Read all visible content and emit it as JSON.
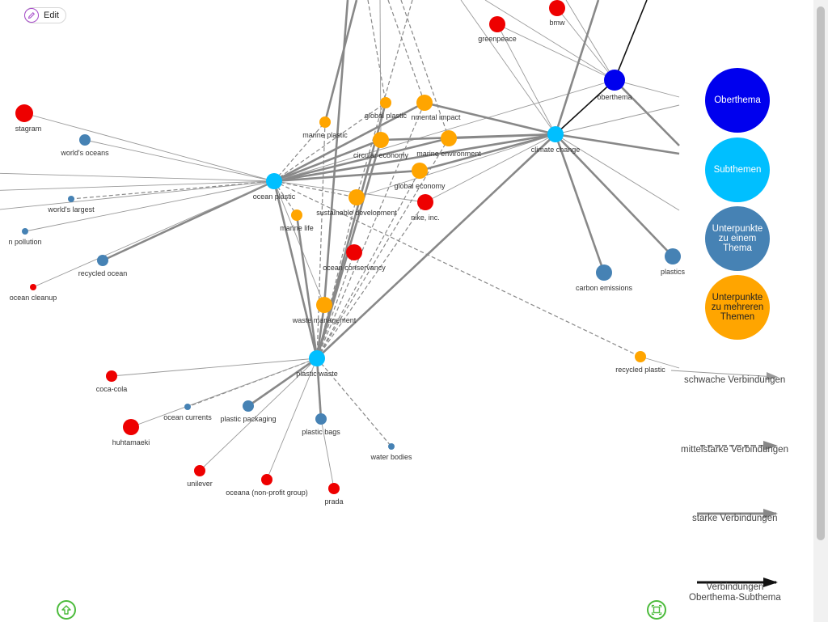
{
  "toolbar": {
    "edit_label": "Edit"
  },
  "graph": {
    "nodes": [
      {
        "id": "oceanplastic",
        "label": "ocean plastic",
        "type": "sub"
      },
      {
        "id": "climatechange",
        "label": "climate change",
        "type": "sub"
      },
      {
        "id": "plasticwaste",
        "label": "plastic waste",
        "type": "sub"
      },
      {
        "id": "oberthema",
        "label": "oberthema",
        "type": "ober"
      },
      {
        "id": "instagram",
        "label": "stagram",
        "type": "company"
      },
      {
        "id": "worldsoceans",
        "label": "world's oceans",
        "type": "single"
      },
      {
        "id": "dot",
        "label": ":",
        "type": "none"
      },
      {
        "id": "worldslargest",
        "label": "world's largest",
        "type": "single"
      },
      {
        "id": "npollution",
        "label": "n pollution",
        "type": "single"
      },
      {
        "id": "recycledocean",
        "label": "recycled ocean",
        "type": "single"
      },
      {
        "id": "oceancleanup",
        "label": "ocean cleanup",
        "type": "company"
      },
      {
        "id": "marineplastic",
        "label": "marine plastic",
        "type": "multi"
      },
      {
        "id": "globalplastic",
        "label": "global plastic",
        "type": "multi"
      },
      {
        "id": "envimpact",
        "label": "nmental impact",
        "type": "multi"
      },
      {
        "id": "circulareconomy",
        "label": "circular economy",
        "type": "multi"
      },
      {
        "id": "marineenvironment",
        "label": "marine environment",
        "type": "multi"
      },
      {
        "id": "globaleconomy",
        "label": "global economy",
        "type": "multi"
      },
      {
        "id": "sustainabledev",
        "label": "sustainable development",
        "type": "multi"
      },
      {
        "id": "nike",
        "label": "nike, inc.",
        "type": "company"
      },
      {
        "id": "marinelife",
        "label": "marine life",
        "type": "multi"
      },
      {
        "id": "oceanconservancy",
        "label": "ocean conservancy",
        "type": "company"
      },
      {
        "id": "wastemanagement",
        "label": "waste management",
        "type": "multi"
      },
      {
        "id": "greenpeace",
        "label": "greenpeace",
        "type": "company"
      },
      {
        "id": "bmw",
        "label": "bmw",
        "type": "company"
      },
      {
        "id": "carbonemissions",
        "label": "carbon emissions",
        "type": "single"
      },
      {
        "id": "plastics",
        "label": "plastics",
        "type": "single"
      },
      {
        "id": "recycledplastic",
        "label": "recycled plastic",
        "type": "multi"
      },
      {
        "id": "cocacola",
        "label": "coca-cola",
        "type": "company"
      },
      {
        "id": "oceancurrents",
        "label": "ocean currents",
        "type": "single"
      },
      {
        "id": "plasticpackaging",
        "label": "plastic packaging",
        "type": "single"
      },
      {
        "id": "huhtamaeki",
        "label": "huhtamaeki",
        "type": "company"
      },
      {
        "id": "plasticbags",
        "label": "plastic bags",
        "type": "single"
      },
      {
        "id": "waterbodies",
        "label": "water bodies",
        "type": "single"
      },
      {
        "id": "unilever",
        "label": "unilever",
        "type": "company"
      },
      {
        "id": "oceana",
        "label": "oceana (non-profit group)",
        "type": "company"
      },
      {
        "id": "prada",
        "label": "prada",
        "type": "company"
      }
    ],
    "colors": {
      "ober": "#0000ee",
      "sub": "#00bfff",
      "single": "#4682b4",
      "multi": "#ffa500",
      "company": "#ee0000",
      "edge": "#888888",
      "edge_strong": "#777777",
      "edge_ober": "#111111"
    }
  },
  "legend": {
    "oberthema": "Oberthema",
    "subthemen": "Subthemen",
    "unterpunkte_einem": "Unterpunkte zu einem Thema",
    "unterpunkte_mehreren": "Unterpunkte zu mehreren Themen",
    "schwache": "schwache Verbindungen",
    "mittelstarke": "mittelstarke Verbindungen",
    "starke": "starke Verbindungen",
    "ober_sub_line1": "Verbindungen",
    "ober_sub_line2": "Oberthema-Subthema"
  }
}
